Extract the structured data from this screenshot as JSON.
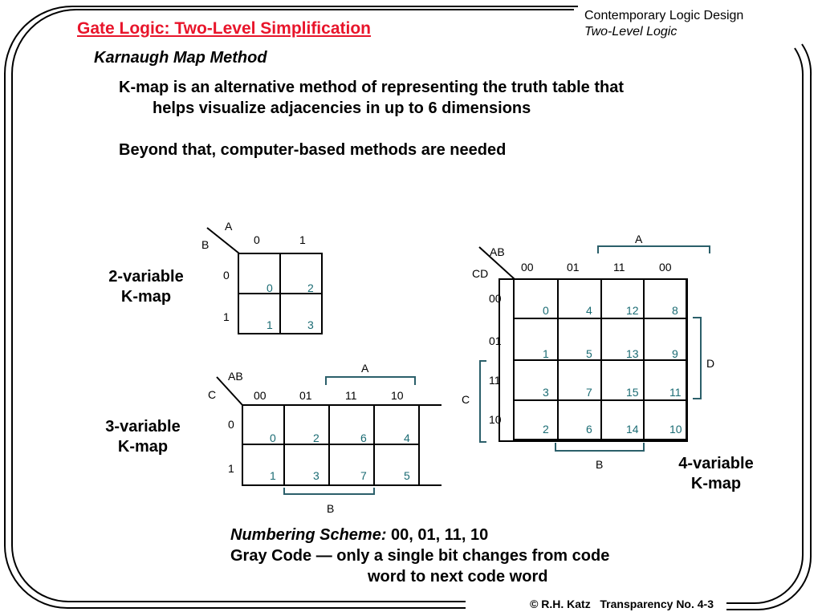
{
  "header": {
    "title": "Gate Logic: Two-Level Simplification",
    "course": "Contemporary Logic Design",
    "chapter": "Two-Level Logic"
  },
  "subheading": "Karnaugh Map Method",
  "paragraphs": [
    "K-map is an alternative method of representing the truth table that",
    "helps visualize adjacencies in up to 6 dimensions",
    "Beyond that, computer-based methods are needed"
  ],
  "kmap2": {
    "label_line1": "2-variable",
    "label_line2": "K-map",
    "var_top": "A",
    "var_side": "B",
    "col_headers": [
      "0",
      "1"
    ],
    "row_headers": [
      "0",
      "1"
    ],
    "cells": [
      [
        "0",
        "2"
      ],
      [
        "1",
        "3"
      ]
    ]
  },
  "kmap3": {
    "label_line1": "3-variable",
    "label_line2": "K-map",
    "var_top": "AB",
    "var_side": "C",
    "col_headers": [
      "00",
      "01",
      "11",
      "10"
    ],
    "row_headers": [
      "0",
      "1"
    ],
    "cells": [
      [
        "0",
        "2",
        "6",
        "4"
      ],
      [
        "1",
        "3",
        "7",
        "5"
      ]
    ],
    "bracket_top": "A",
    "bracket_bottom": "B"
  },
  "kmap4": {
    "label_line1": "4-variable",
    "label_line2": "K-map",
    "var_top": "AB",
    "var_side": "CD",
    "col_headers": [
      "00",
      "01",
      "11",
      "00"
    ],
    "row_headers": [
      "00",
      "01",
      "11",
      "10"
    ],
    "cells": [
      [
        "0",
        "4",
        "12",
        "8"
      ],
      [
        "1",
        "5",
        "13",
        "9"
      ],
      [
        "3",
        "7",
        "15",
        "11"
      ],
      [
        "2",
        "6",
        "14",
        "10"
      ]
    ],
    "bracket_top": "A",
    "bracket_right": "D",
    "bracket_left": "C",
    "bracket_bottom": "B"
  },
  "numbering": {
    "label": "Numbering Scheme:",
    "value": " 00, 01, 11, 10",
    "line2": "Gray Code — only a single bit changes from code",
    "line3": "word to next code word"
  },
  "footer": {
    "text": "© R.H. Katz   Transparency No. 4-3"
  },
  "colors": {
    "title": "#e8152b",
    "cell_number": "#1a6b73",
    "bracket": "#2b5f6a"
  }
}
